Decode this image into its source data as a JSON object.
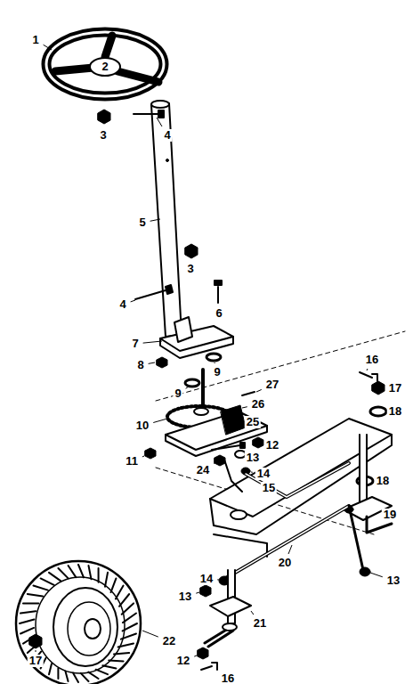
{
  "diagram": {
    "labels": [
      "1",
      "2",
      "3",
      "4",
      "5",
      "3",
      "4",
      "6",
      "7",
      "8",
      "9",
      "9",
      "27",
      "26",
      "25",
      "10",
      "12",
      "11",
      "13",
      "24",
      "14",
      "15",
      "16",
      "17",
      "18",
      "18",
      "19",
      "13",
      "20",
      "14",
      "13",
      "21",
      "12",
      "22",
      "17",
      "16"
    ]
  }
}
